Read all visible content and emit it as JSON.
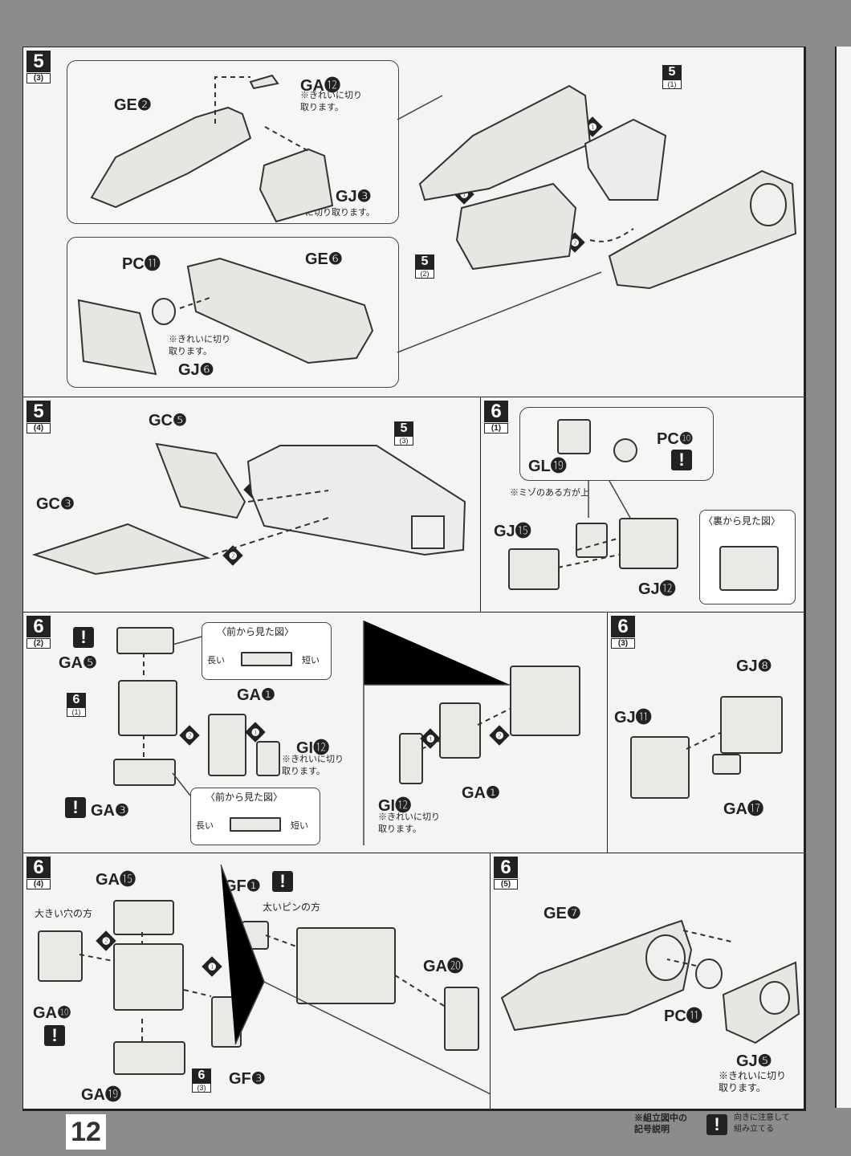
{
  "page_number": "12",
  "steps": {
    "s5_3": {
      "num": "5",
      "sub": "(3)",
      "box1": {
        "ge": "GE❷",
        "ga": "GA⓬",
        "ga_note": "※きれいに切り\n取ります。",
        "gj": "GJ❸",
        "gj_note": "※きれいに切り取ります。"
      },
      "box2": {
        "pc": "PC⓫",
        "ge": "GE❻",
        "gj": "GJ❻",
        "gj_note": "※きれいに切り\n取ります。"
      },
      "ref1": {
        "num": "5",
        "sub": "(1)"
      },
      "ref2": {
        "num": "5",
        "sub": "(2)"
      },
      "arrows": [
        "❶",
        "❶",
        "❷"
      ]
    },
    "s5_4": {
      "num": "5",
      "sub": "(4)",
      "gc5": "GC❺",
      "gc3": "GC❸",
      "ref": {
        "num": "5",
        "sub": "(3)"
      },
      "arrows": [
        "❶",
        "❷"
      ]
    },
    "s6_1": {
      "num": "6",
      "sub": "(1)",
      "gl": "GL⓳",
      "pc": "PC❿",
      "note": "※ミゾのある方が上",
      "gj15": "GJ⓯",
      "gj12": "GJ⓬",
      "back_view": "〈裏から見た図〉"
    },
    "s6_2": {
      "num": "6",
      "sub": "(2)",
      "ga5": "GA❺",
      "ga1": "GA❶",
      "gi": "GI⓬",
      "gi_note": "※きれいに切り\n取ります。",
      "ga3": "GA❸",
      "front_view": "〈前から見た図〉",
      "long": "長い",
      "short": "短い",
      "ref": {
        "num": "6",
        "sub": "(1)"
      },
      "right": {
        "gi": "GI⓬",
        "gi_note": "※きれいに切り\n取ります。",
        "ga1": "GA❶"
      },
      "arrows": [
        "❶",
        "❷"
      ]
    },
    "s6_3": {
      "num": "6",
      "sub": "(3)",
      "gj8": "GJ❽",
      "gj11": "GJ⓫",
      "ga17": "GA⓱"
    },
    "s6_4": {
      "num": "6",
      "sub": "(4)",
      "ga15": "GA⓯",
      "big_hole": "大きい穴の方",
      "ga10": "GA❿",
      "ga19": "GA⓳",
      "gf1": "GF❶",
      "thick_pin": "太いピンの方",
      "ga20": "GA⓴",
      "gf3": "GF❸",
      "ref": {
        "num": "6",
        "sub": "(3)"
      },
      "arrows": [
        "❶",
        "❷"
      ]
    },
    "s6_5": {
      "num": "6",
      "sub": "(5)",
      "ge7": "GE❼",
      "pc11": "PC⓫",
      "gj5": "GJ❺",
      "gj_note": "※きれいに切り\n取ります。"
    }
  },
  "legend": {
    "title": "※組立図中の\n記号説明",
    "warn_text": "向きに注意して\n組み立てる",
    "warn_icon": "!"
  },
  "colors": {
    "ink": "#222222",
    "paper": "#f4f4f2",
    "frame": "#8c8c8c"
  }
}
